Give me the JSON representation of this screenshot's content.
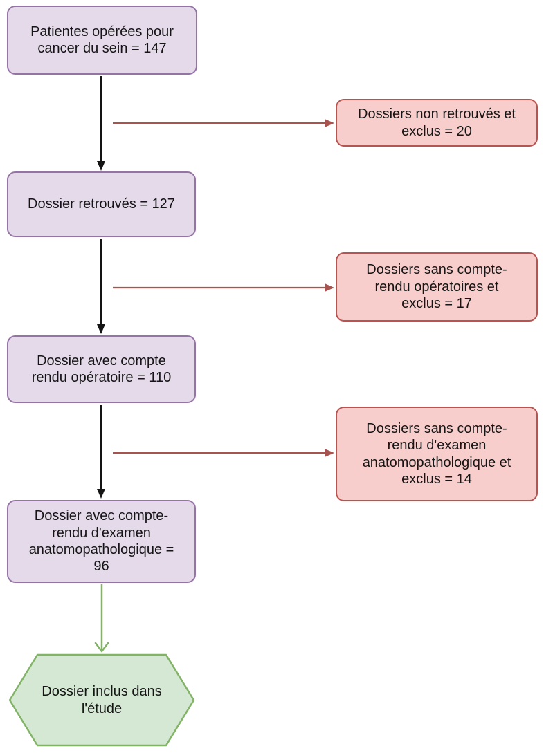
{
  "flow": {
    "nodes": [
      {
        "label": "Patientes opérées pour\ncancer du sein = 147",
        "value": 147,
        "kind": "step"
      },
      {
        "label": "Dossiers non retrouvés et\nexclus = 20",
        "value": 20,
        "kind": "exclusion"
      },
      {
        "label": "Dossier retrouvés = 127",
        "value": 127,
        "kind": "step"
      },
      {
        "label": "Dossiers sans compte-\nrendu opératoires et\nexclus = 17",
        "value": 17,
        "kind": "exclusion"
      },
      {
        "label": "Dossier avec compte\nrendu opératoire = 110",
        "value": 110,
        "kind": "step"
      },
      {
        "label": "Dossiers sans compte-\nrendu d'examen\nanatomopathologique et\nexclus = 14",
        "value": 14,
        "kind": "exclusion"
      },
      {
        "label": "Dossier avec compte-\nrendu d'examen\nanatomopathologique =\n96",
        "value": 96,
        "kind": "step"
      },
      {
        "label": "Dossier inclus dans\nl'étude",
        "kind": "result"
      }
    ]
  },
  "colors": {
    "step_fill": "#E5DAEA",
    "step_border": "#9673A6",
    "exclusion_fill": "#F8CECC",
    "exclusion_border": "#B85450",
    "result_fill": "#D5E8D4",
    "result_border": "#82B366",
    "arrow_down": "#141414",
    "arrow_exclusion": "#A8534E",
    "arrow_result": "#82B366",
    "text": "#151515",
    "background": "#FFFFFF"
  }
}
